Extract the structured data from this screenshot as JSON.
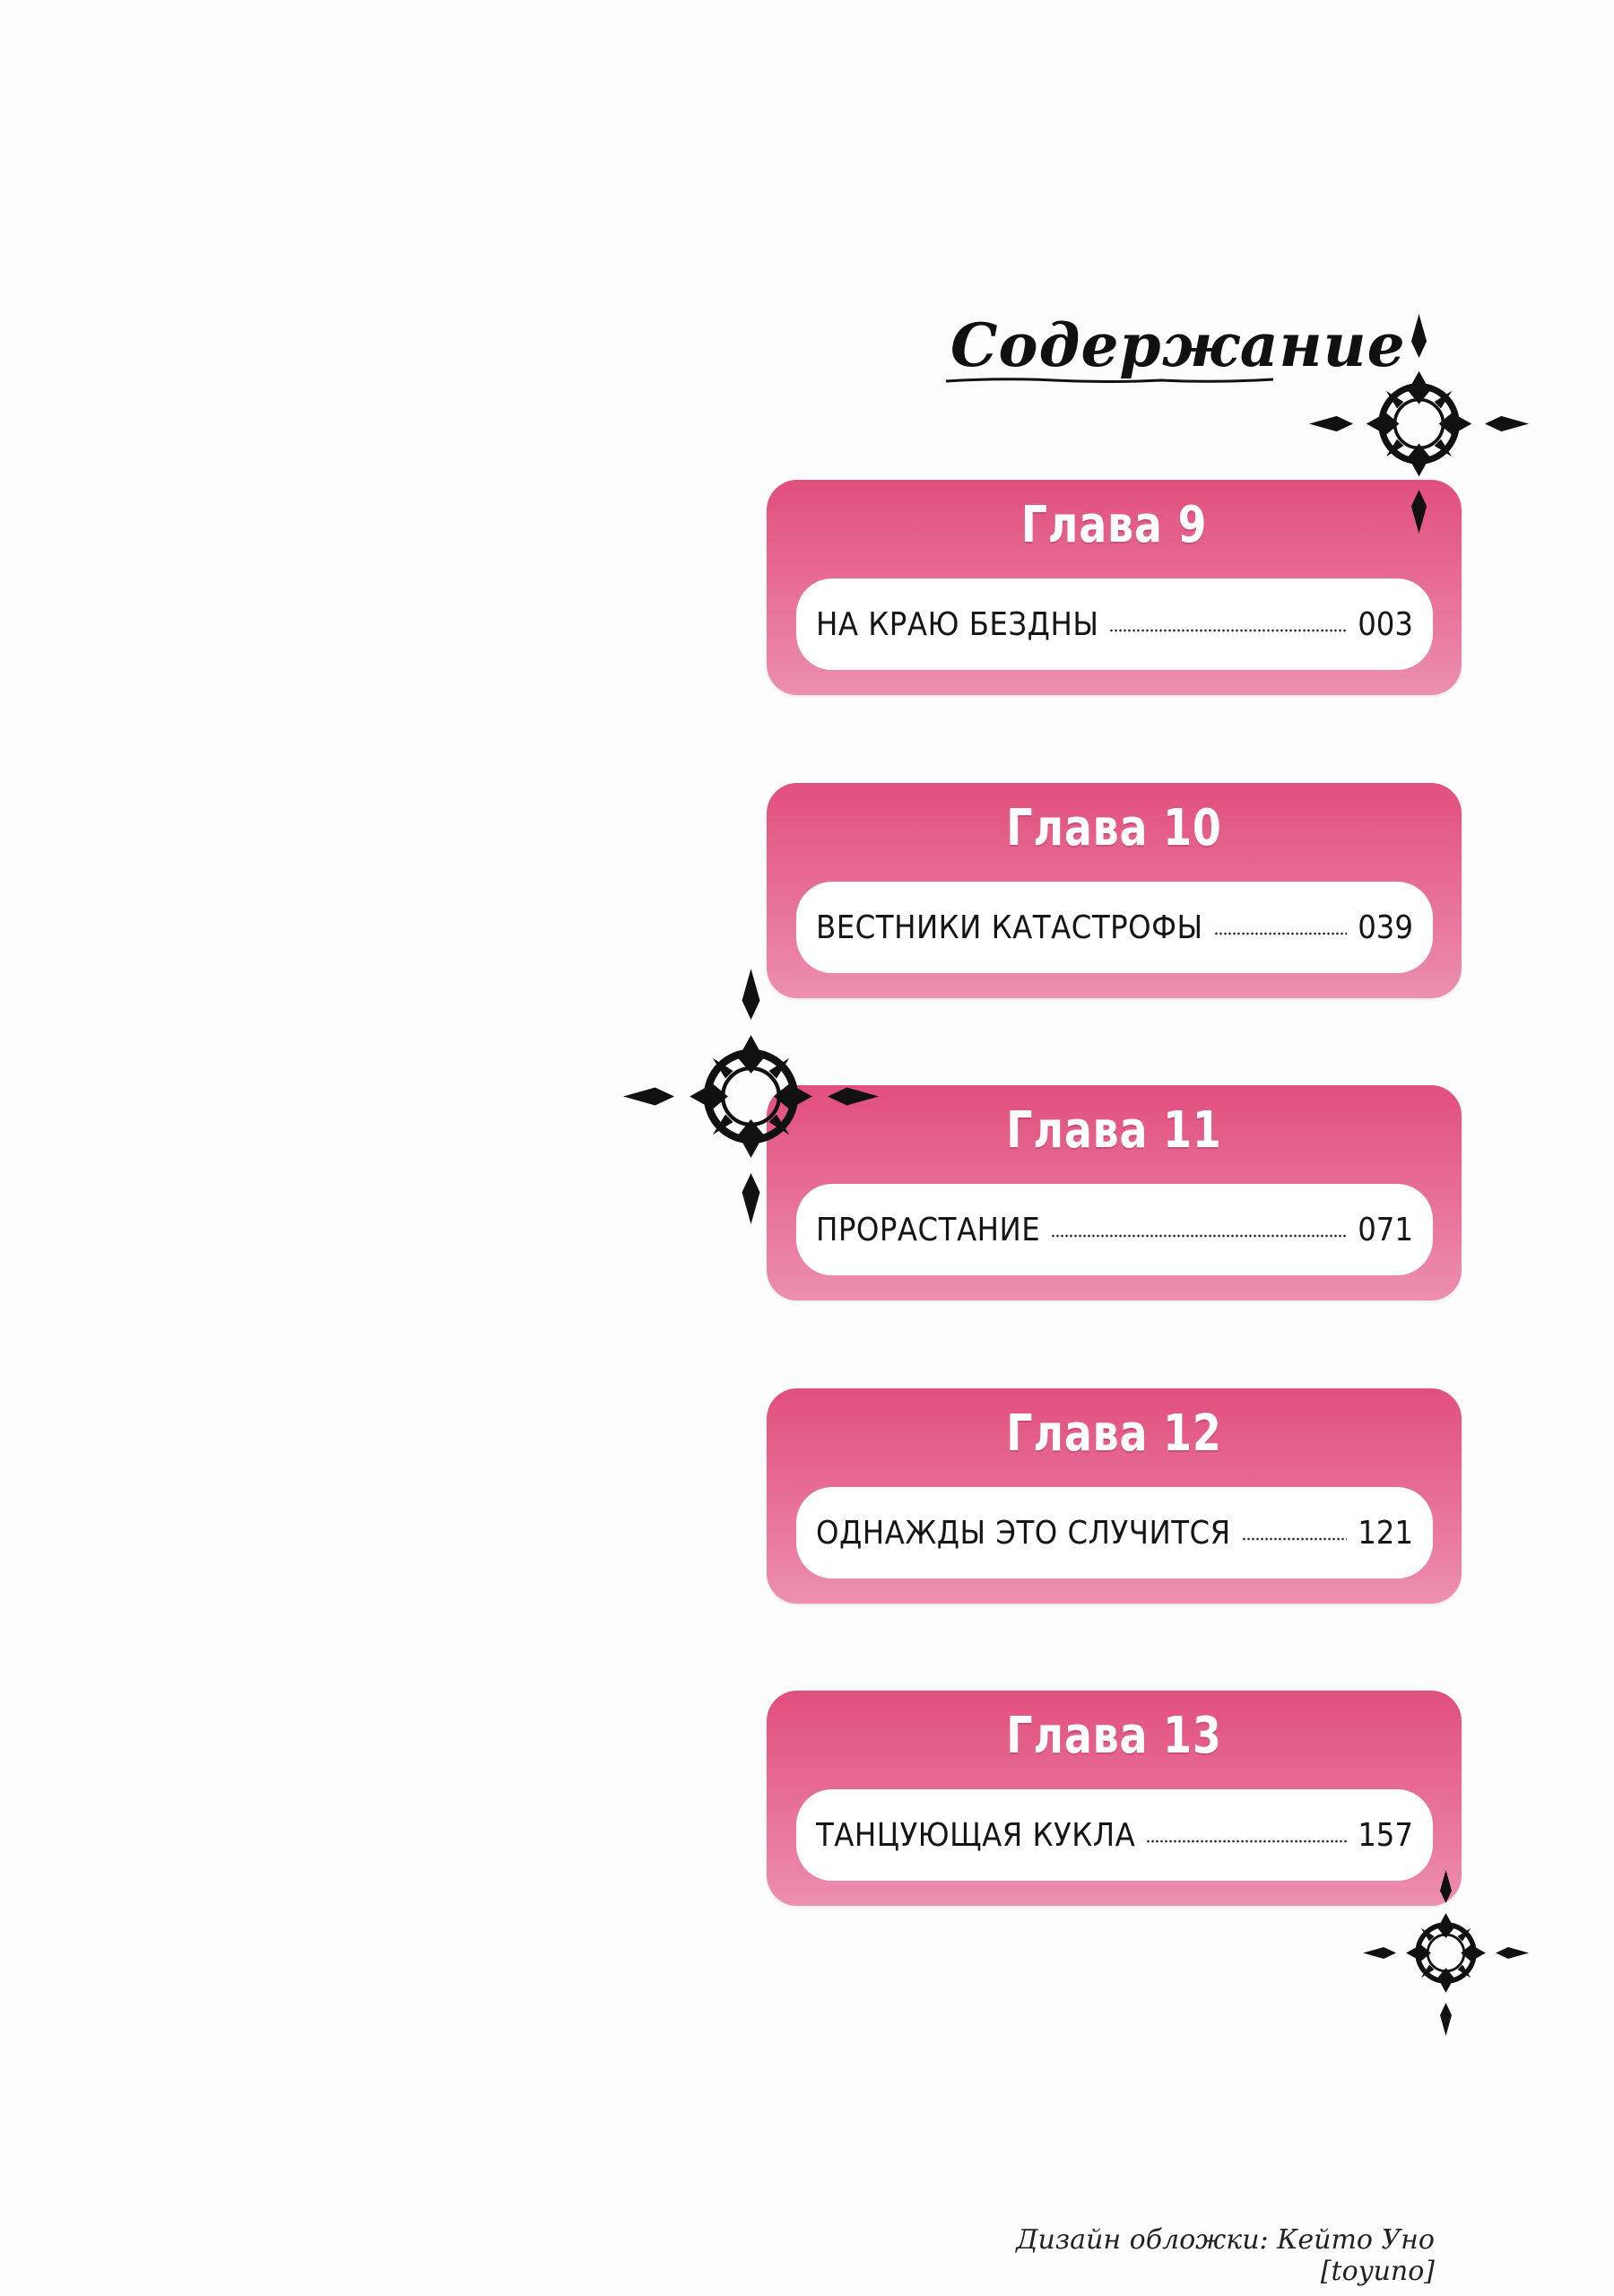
{
  "title": "Содержание",
  "chapters": [
    {
      "heading": "Глава 9",
      "entry": "НА КРАЮ БЕЗДНЫ",
      "page": "003"
    },
    {
      "heading": "Глава 10",
      "entry": "ВЕСТНИКИ КАТАСТРОФЫ",
      "page": "039"
    },
    {
      "heading": "Глава 11",
      "entry": "ПРОРАСТАНИЕ",
      "page": "071"
    },
    {
      "heading": "Глава 12",
      "entry": "ОДНАЖДЫ ЭТО СЛУЧИТСЯ",
      "page": "121"
    },
    {
      "heading": "Глава 13",
      "entry": "ТАНЦУЮЩАЯ КУКЛА",
      "page": "157"
    }
  ],
  "credit": "Дизайн обложки: Кейто Уно [toyuno]",
  "colors": {
    "card_top": "#e14f7d",
    "card_bottom": "#ec8fb0",
    "text_dark": "#151515",
    "background": "#fdfdfd"
  },
  "icons": [
    "ornament-compass-icon"
  ]
}
